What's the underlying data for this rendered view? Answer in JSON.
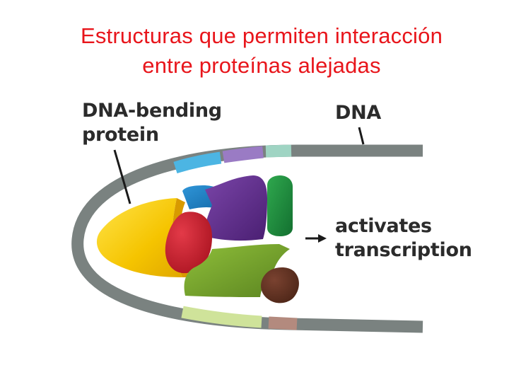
{
  "title": {
    "line1": "Estructuras que permiten interacción",
    "line2": "entre proteínas alejadas"
  },
  "labels": {
    "dna_bending_protein": {
      "line1": "DNA-bending",
      "line2": "protein"
    },
    "dna": "DNA",
    "activates_transcription": {
      "line1": "activates",
      "line2": "transcription"
    }
  },
  "colors": {
    "title": "#e8151b",
    "dna_strand": "#7a8280",
    "bending_protein": "#f5c400",
    "blue_protein": "#1b7ec2",
    "red_protein": "#c41a2b",
    "purple_protein": "#5b2a86",
    "green_protein": "#1e8a3a",
    "olive_protein": "#6f9b2a",
    "brown_protein": "#5a2e1e",
    "segment_cyan": "#4cb5e3",
    "segment_purple": "#9a7bc4",
    "segment_mint": "#9fd4c3",
    "segment_lightgreen": "#cfe39a",
    "segment_rose": "#b38a7e",
    "label_text": "#2b2b2b"
  }
}
